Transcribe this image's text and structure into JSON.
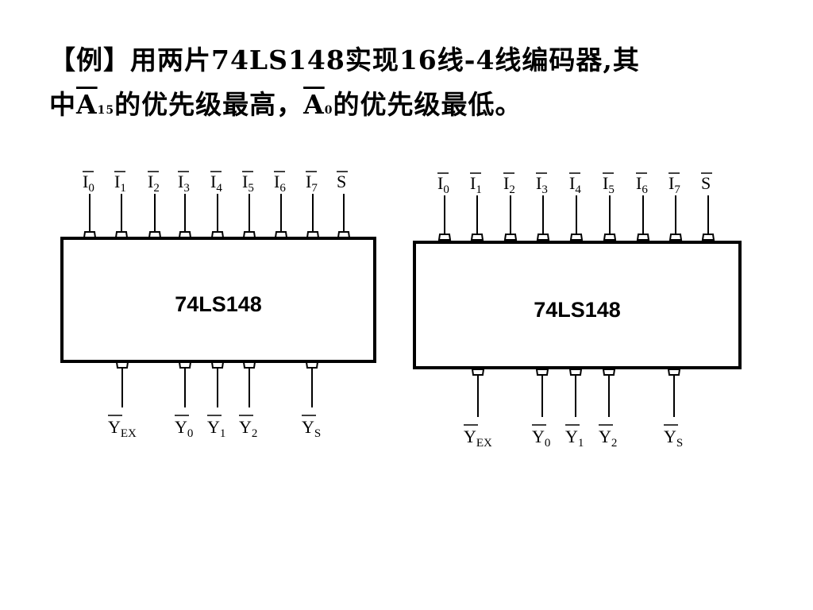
{
  "title": {
    "line1": "【例】用两片74LS148实现16线-4线编码器,其",
    "line2_prefix": "中",
    "hi_sym": "A",
    "hi_sub": "15",
    "hi_text": "的优先级最高，",
    "lo_sym": "A",
    "lo_sub": "0",
    "lo_text": "的优先级最低。"
  },
  "chips": [
    {
      "name": "74LS148",
      "inputs": [
        {
          "main": "I",
          "sub": "0"
        },
        {
          "main": "I",
          "sub": "1"
        },
        {
          "main": "I",
          "sub": "2"
        },
        {
          "main": "I",
          "sub": "3"
        },
        {
          "main": "I",
          "sub": "4"
        },
        {
          "main": "I",
          "sub": "5"
        },
        {
          "main": "I",
          "sub": "6"
        },
        {
          "main": "I",
          "sub": "7"
        },
        {
          "main": "S",
          "sub": ""
        }
      ],
      "outputs": [
        {
          "main": "Y",
          "sub": "EX"
        },
        {
          "main": "Y",
          "sub": "0"
        },
        {
          "main": "Y",
          "sub": "1"
        },
        {
          "main": "Y",
          "sub": "2"
        },
        {
          "main": "Y",
          "sub": "S"
        }
      ]
    },
    {
      "name": "74LS148",
      "inputs": [
        {
          "main": "I",
          "sub": "0"
        },
        {
          "main": "I",
          "sub": "1"
        },
        {
          "main": "I",
          "sub": "2"
        },
        {
          "main": "I",
          "sub": "3"
        },
        {
          "main": "I",
          "sub": "4"
        },
        {
          "main": "I",
          "sub": "5"
        },
        {
          "main": "I",
          "sub": "6"
        },
        {
          "main": "I",
          "sub": "7"
        },
        {
          "main": "S",
          "sub": ""
        }
      ],
      "outputs": [
        {
          "main": "Y",
          "sub": "EX"
        },
        {
          "main": "Y",
          "sub": "0"
        },
        {
          "main": "Y",
          "sub": "1"
        },
        {
          "main": "Y",
          "sub": "2"
        },
        {
          "main": "Y",
          "sub": "S"
        }
      ]
    }
  ]
}
